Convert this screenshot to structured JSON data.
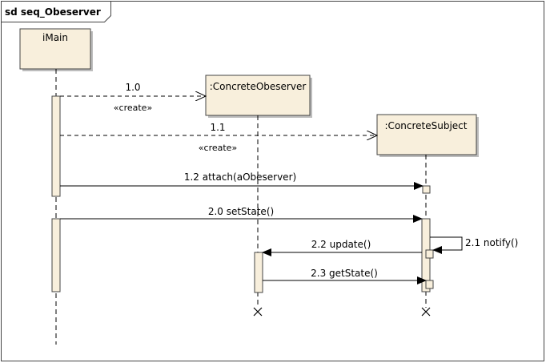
{
  "frame": {
    "title": "sd seq_Obeserver"
  },
  "colors": {
    "box_fill": "#f8efdc",
    "box_stroke": "#444444",
    "line": "#000000",
    "shadow": "#bdbdbd"
  },
  "lifelines": [
    {
      "id": "imain",
      "label": "iMain"
    },
    {
      "id": "observer",
      "label": ":ConcreteObeserver"
    },
    {
      "id": "subject",
      "label": ":ConcreteSubject"
    }
  ],
  "messages": [
    {
      "id": "m10",
      "from": "imain",
      "to": "observer",
      "kind": "create",
      "label": "1.0",
      "stereotype": "«create»"
    },
    {
      "id": "m11",
      "from": "imain",
      "to": "subject",
      "kind": "create",
      "label": "1.1",
      "stereotype": "«create»"
    },
    {
      "id": "m12",
      "from": "imain",
      "to": "subject",
      "kind": "sync",
      "label": "1.2 attach(aObeserver)"
    },
    {
      "id": "m20",
      "from": "imain",
      "to": "subject",
      "kind": "sync",
      "label": "2.0 setState()"
    },
    {
      "id": "m21",
      "from": "subject",
      "to": "subject",
      "kind": "self",
      "label": "2.1 notify()"
    },
    {
      "id": "m22",
      "from": "subject",
      "to": "observer",
      "kind": "sync",
      "label": "2.2 update()"
    },
    {
      "id": "m23",
      "from": "observer",
      "to": "subject",
      "kind": "sync",
      "label": "2.3 getState()"
    }
  ]
}
